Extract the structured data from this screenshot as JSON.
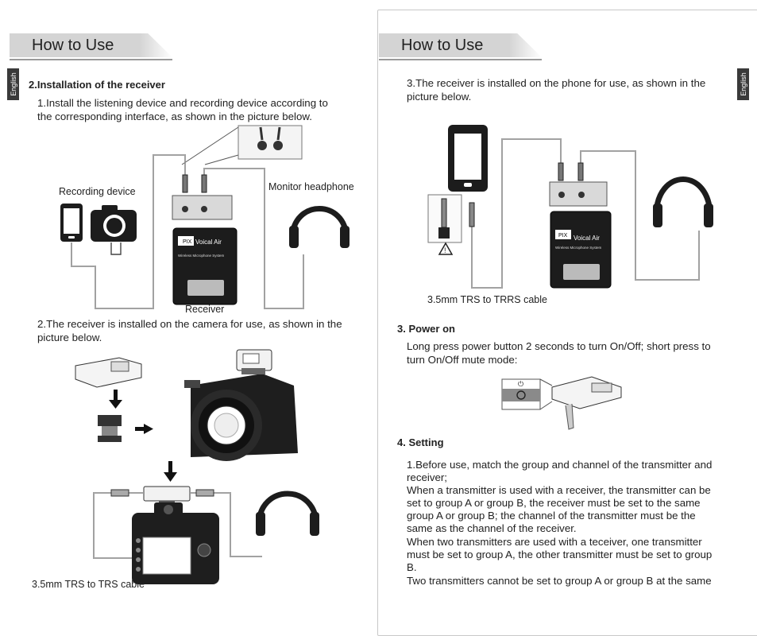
{
  "left": {
    "header": "How to Use",
    "lang_tab": "English",
    "section_title": "2.Installation of the receiver",
    "step1_line1": "1.Install the listening device and recording device according to",
    "step1_line2": "the corresponding interface, as shown in the picture below.",
    "label_recording": "Recording device",
    "label_monitor": "Monitor headphone",
    "label_receiver": "Receiver",
    "step2_line1": "2.The receiver is installed on the camera for use, as shown in the",
    "step2_line2": "picture below.",
    "cable_caption": "3.5mm TRS to TRS cable",
    "device_brand": "Voical Air",
    "device_sub": "Wireless Microphone System"
  },
  "right": {
    "header": "How to Use",
    "lang_tab": "English",
    "step3_line1": "3.The receiver is installed on the phone for use, as shown in the",
    "step3_line2": "picture below.",
    "cable_caption": "3.5mm TRS to TRRS cable",
    "device_brand": "Voical Air",
    "device_sub": "Wireless Microphone System",
    "power_title": "3. Power on",
    "power_line1": "Long press power button 2 seconds to turn On/Off; short press to",
    "power_line2": "turn On/Off mute mode:",
    "setting_title": "4. Setting",
    "setting_lines": [
      "1.Before use, match the group and channel of the transmitter and",
      "receiver;",
      "When a transmitter is used with a receiver, the transmitter can be",
      "set to group A or group B, the receiver must be set to the same",
      "group A or group B; the channel of the transmitter must be the",
      "same as the channel of the receiver.",
      "When two transmitters are used with a teceiver, one transmitter",
      "must be set to group A, the other transmitter must be set to group",
      "B.",
      "Two transmitters cannot be set to group A or group B at the same"
    ]
  }
}
